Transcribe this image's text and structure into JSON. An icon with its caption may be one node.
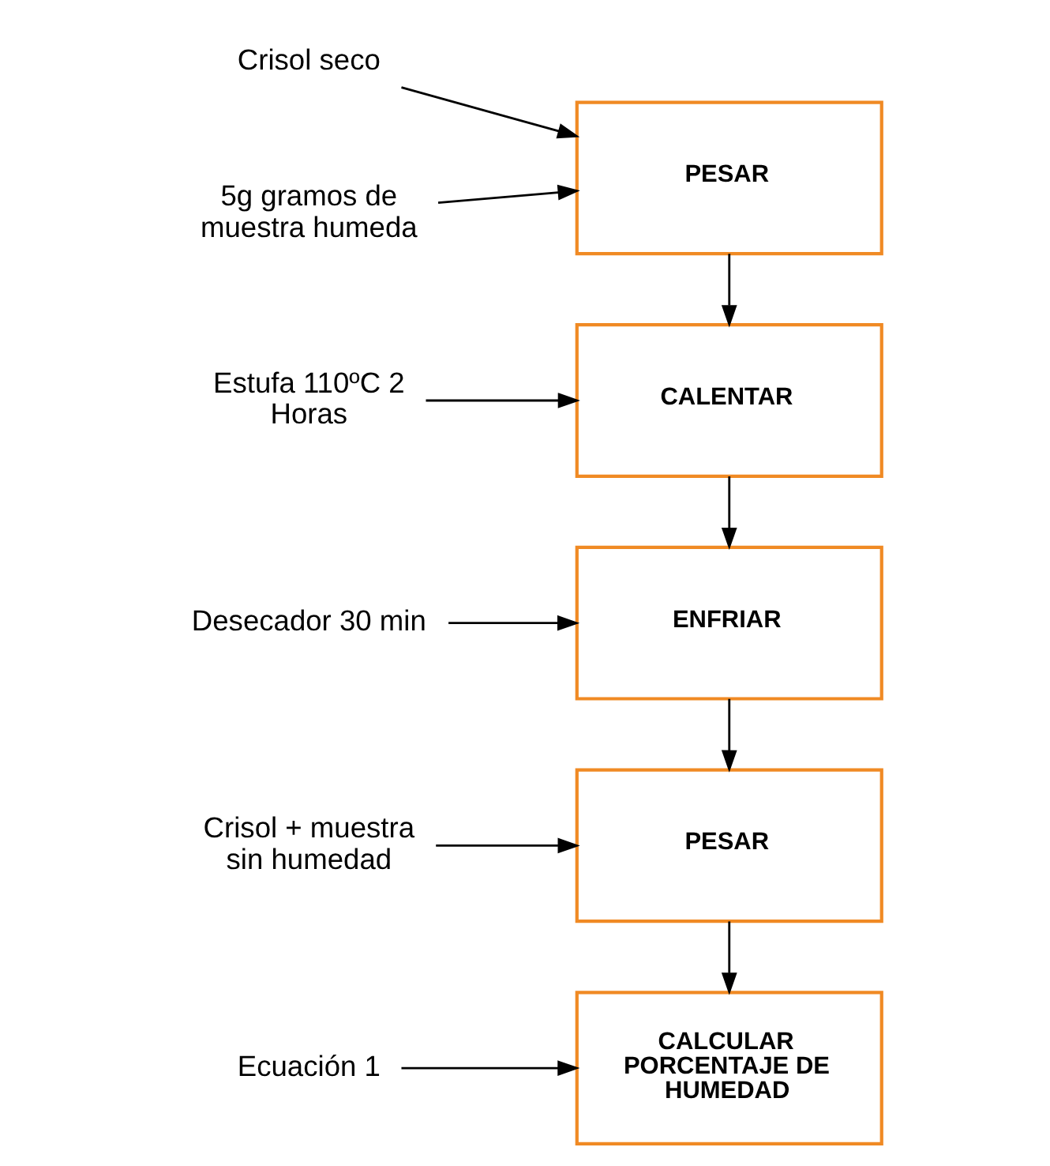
{
  "diagram": {
    "nodes": [
      {
        "text": [
          "Crisol seco"
        ]
      },
      {
        "text": [
          "5g gramos de muestra humeda"
        ]
      },
      {
        "text": [
          "PESAR"
        ]
      },
      {
        "text": [
          "Estufa 110ºC 2 Horas"
        ]
      },
      {
        "text": [
          "CALENTAR"
        ]
      },
      {
        "text": [
          "Desecador 30 min"
        ]
      },
      {
        "text": [
          "ENFRIAR"
        ]
      },
      {
        "text": [
          "Crisol + muestra sin humedad"
        ]
      },
      {
        "text": [
          "PESAR"
        ]
      },
      {
        "text": [
          "Ecuación 1"
        ]
      },
      {
        "text": [
          "CALCULAR PORCENTAJE DE HUMEDAD"
        ]
      }
    ],
    "edges": [
      {
        "from": 0,
        "to": 2,
        "arrow": "to"
      },
      {
        "from": 1,
        "to": 2,
        "arrow": "to"
      },
      {
        "from": 2,
        "to": 4,
        "arrow": "to"
      },
      {
        "from": 3,
        "to": 4,
        "arrow": "to"
      },
      {
        "from": 4,
        "to": 6,
        "arrow": "to"
      },
      {
        "from": 5,
        "to": 6,
        "arrow": "to"
      },
      {
        "from": 6,
        "to": 8,
        "arrow": "to"
      },
      {
        "from": 7,
        "to": 8,
        "arrow": "to"
      },
      {
        "from": 8,
        "to": 10,
        "arrow": "to"
      },
      {
        "from": 9,
        "to": 10,
        "arrow": "to"
      }
    ]
  }
}
